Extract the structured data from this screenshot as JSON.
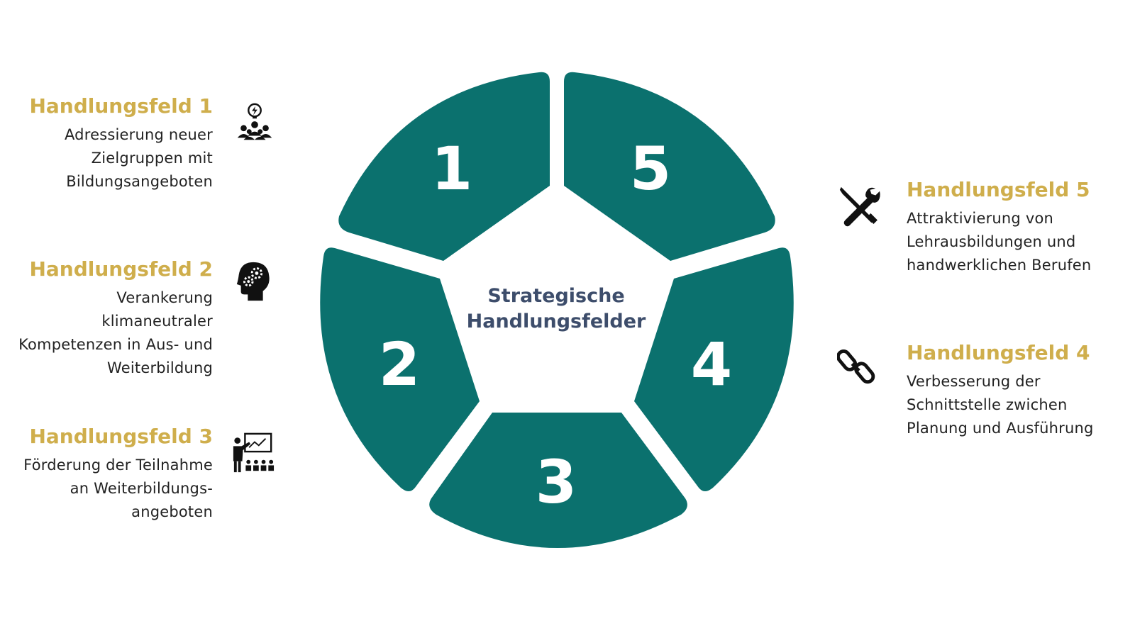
{
  "center": {
    "line1": "Strategische",
    "line2": "Handlungsfelder"
  },
  "segments": [
    "1",
    "2",
    "3",
    "4",
    "5"
  ],
  "fields": [
    {
      "title": "Handlungsfeld 1",
      "desc": "Adressierung neuer\nZielgruppen mit\nBildungsangeboten",
      "icon": "team-idea-icon"
    },
    {
      "title": "Handlungsfeld 2",
      "desc": "Verankerung\nklimaneutraler\nKompetenzen in Aus- und\nWeiterbildung",
      "icon": "head-gears-icon"
    },
    {
      "title": "Handlungsfeld 3",
      "desc": "Förderung der Teilnahme\nan Weiterbildungs-\nangeboten",
      "icon": "teacher-board-icon"
    },
    {
      "title": "Handlungsfeld 5",
      "desc": "Attraktivierung von\nLehrausbildungen und\nhandwerklichen Berufen",
      "icon": "wrench-screwdriver-icon"
    },
    {
      "title": "Handlungsfeld 4",
      "desc": "Verbesserung der\nSchnittstelle zwichen\nPlanung und Ausführung",
      "icon": "chain-link-icon"
    }
  ],
  "colors": {
    "segment": "#0b716e",
    "title": "#cfae4c",
    "center": "#3d4d6b"
  }
}
